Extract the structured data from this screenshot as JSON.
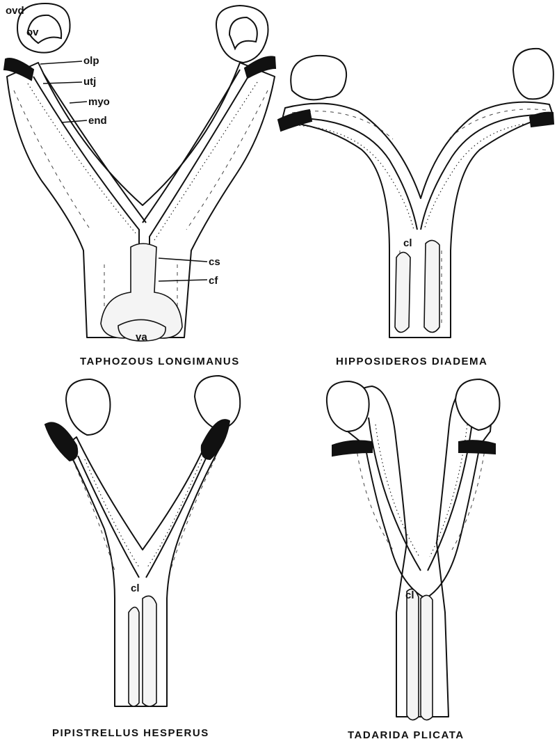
{
  "figure": {
    "panels": [
      {
        "caption": "TAPHOZOUS LONGIMANUS"
      },
      {
        "caption": "HIPPOSIDEROS DIADEMA"
      },
      {
        "caption": "PIPISTRELLUS HESPERUS"
      },
      {
        "caption": "TADARIDA PLICATA"
      }
    ],
    "labels": {
      "ovd": "ovd",
      "ov": "ov",
      "olp": "olp",
      "utj": "utj",
      "myo": "myo",
      "end": "end",
      "cs": "cs",
      "cf": "cf",
      "va": "va",
      "cl": "cl"
    }
  }
}
